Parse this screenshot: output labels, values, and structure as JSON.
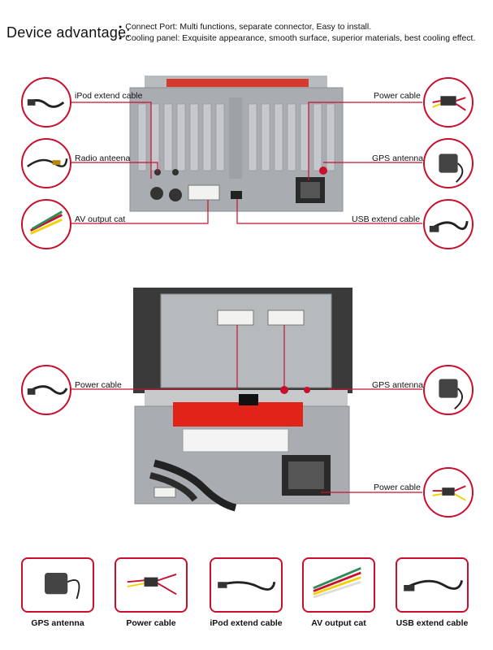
{
  "header": {
    "title": "Device advantage:",
    "bullets": [
      "Connect Port: Multi functions, separate connector, Easy to install.",
      "Cooling panel: Exquisite appearance, smooth surface, superior materials, best cooling effect."
    ]
  },
  "top_view": {
    "labels": {
      "ipod": "iPod extend cable",
      "radio": "Radio anteena",
      "av": "AV output cat",
      "power": "Power cable",
      "gps": "GPS antenna",
      "usb": "USB extend cable"
    }
  },
  "side_view": {
    "labels": {
      "power_left": "Power cable",
      "gps": "GPS antenna",
      "power_right": "Power cable"
    }
  },
  "accessories": [
    {
      "label": "GPS antenna"
    },
    {
      "label": "Power cable"
    },
    {
      "label": "iPod extend cable"
    },
    {
      "label": "AV output cat"
    },
    {
      "label": "USB extend cable"
    }
  ],
  "colors": {
    "accent": "#c8102e",
    "metal": "#a9adb1",
    "label_red": "#e2231a"
  }
}
